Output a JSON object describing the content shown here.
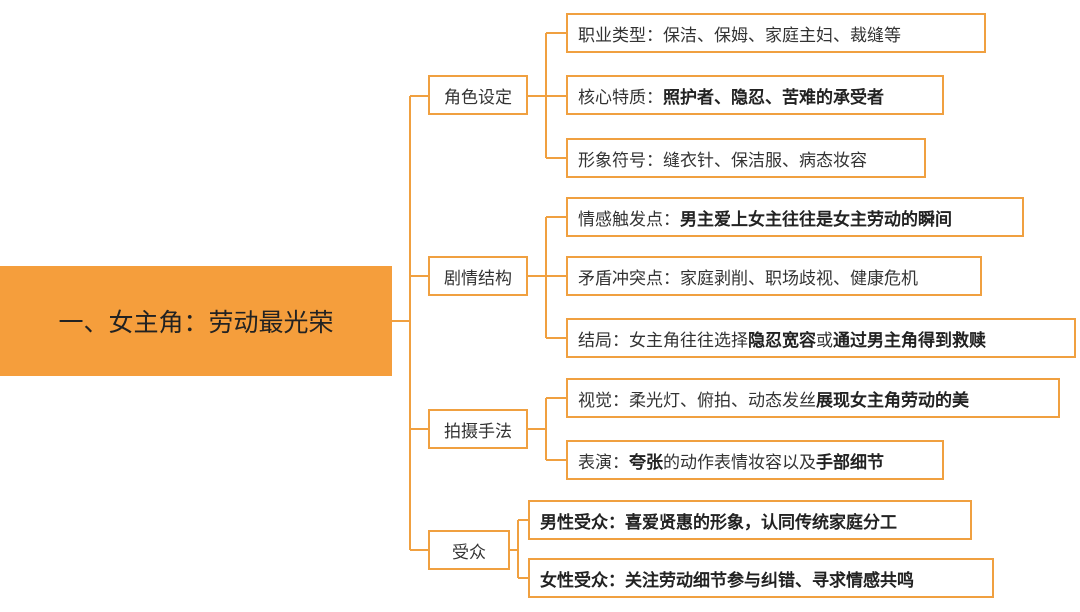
{
  "root": {
    "label": "一、女主角：劳动最光荣"
  },
  "categories": [
    {
      "label": "角色设定",
      "items": [
        {
          "parts": [
            {
              "text": "职业类型：保洁、保姆、家庭主妇、裁缝等",
              "bold": false
            }
          ]
        },
        {
          "parts": [
            {
              "text": "核心特质：",
              "bold": false
            },
            {
              "text": "照护者、隐忍、苦难的承受者",
              "bold": true
            }
          ]
        },
        {
          "parts": [
            {
              "text": "形象符号：缝衣针、保洁服、病态妆容",
              "bold": false
            }
          ]
        }
      ]
    },
    {
      "label": "剧情结构",
      "items": [
        {
          "parts": [
            {
              "text": "情感触发点：",
              "bold": false
            },
            {
              "text": "男主爱上女主往往是女主劳动的瞬间",
              "bold": true
            }
          ]
        },
        {
          "parts": [
            {
              "text": "矛盾冲突点：家庭剥削、职场歧视、健康危机",
              "bold": false
            }
          ]
        },
        {
          "parts": [
            {
              "text": "结局：女主角往往选择",
              "bold": false
            },
            {
              "text": "隐忍宽容",
              "bold": true
            },
            {
              "text": "或",
              "bold": false
            },
            {
              "text": "通过男主角得到救赎",
              "bold": true
            }
          ]
        }
      ]
    },
    {
      "label": "拍摄手法",
      "items": [
        {
          "parts": [
            {
              "text": "视觉：柔光灯、俯拍、动态发丝",
              "bold": false
            },
            {
              "text": "展现女主角劳动的美",
              "bold": true
            }
          ]
        },
        {
          "parts": [
            {
              "text": "表演：",
              "bold": false
            },
            {
              "text": "夸张",
              "bold": true
            },
            {
              "text": "的动作表情妆容以及",
              "bold": false
            },
            {
              "text": "手部细节",
              "bold": true
            }
          ]
        }
      ]
    },
    {
      "label": "受众",
      "items": [
        {
          "parts": [
            {
              "text": "男性受众：喜爱贤惠的形象，认同传统家庭分工",
              "bold": true
            }
          ]
        },
        {
          "parts": [
            {
              "text": "女性受众：关注劳动细节参与纠错、寻求情感共鸣",
              "bold": true
            }
          ]
        }
      ]
    }
  ],
  "colors": {
    "accent": "#f0a040",
    "root_fill": "#f59e3c",
    "text": "#333333"
  }
}
